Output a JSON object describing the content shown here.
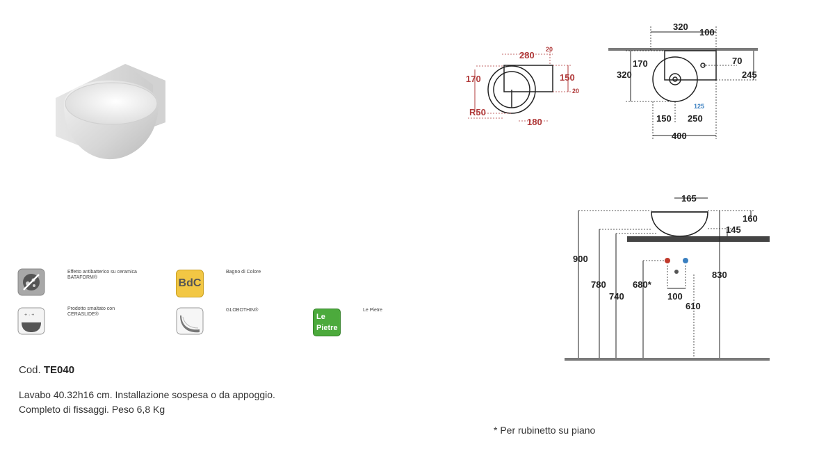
{
  "features": [
    {
      "icon": "bataform-icon",
      "text_line1": "Effetto antibatterico su ceramica",
      "text_line2": "BATAFORM®"
    },
    {
      "icon": "bdc-logo",
      "text_line1": "Bagno di Colore",
      "logo_text": "BdC",
      "color": "#f2c744"
    },
    {
      "icon": "ceraslide-icon",
      "text_line1": "Prodotto smaltato con",
      "text_line2": "CERASLIDE®"
    },
    {
      "icon": "globothin-icon",
      "text_line1": "GLOBOTHIN®"
    },
    {
      "icon": "le-pietre-logo",
      "text_line1": "Le Pietre",
      "logo_text_1": "Le",
      "logo_text_2": "Pietre",
      "color": "#4caa3c"
    }
  ],
  "product": {
    "code_prefix": "Cod.",
    "code": "TE040",
    "description_line1": "Lavabo 40.32h16 cm. Installazione sospesa o da appoggio.",
    "description_line2": "Completo di fissaggi. Peso 6,8 Kg"
  },
  "footnote": "* Per rubinetto su piano",
  "drawing_top_left": {
    "d_280": "280",
    "d_20a": "20",
    "d_170": "170",
    "d_150": "150",
    "d_20b": "20",
    "d_r50": "R50",
    "d_180": "180"
  },
  "drawing_top_right": {
    "d_320": "320",
    "d_100": "100",
    "d_170": "170",
    "d_70": "70",
    "d_320v": "320",
    "d_245": "245",
    "d_125": "125",
    "d_150": "150",
    "d_250": "250",
    "d_400": "400"
  },
  "drawing_side": {
    "d_165": "165",
    "d_160": "160",
    "d_145": "145",
    "d_900": "900",
    "d_780": "780",
    "d_680": "680*",
    "d_740": "740",
    "d_830": "830",
    "d_100": "100",
    "d_610": "610"
  }
}
